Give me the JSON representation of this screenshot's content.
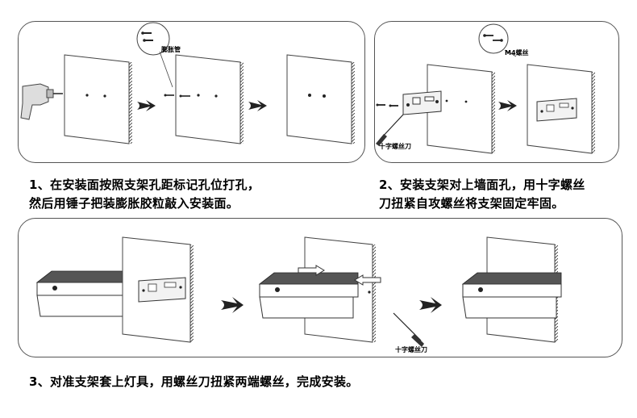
{
  "step1": {
    "callout_label": "膨胀管",
    "caption_line1": "1、在安装面按照支架孔距标记孔位打孔，",
    "caption_line2": "然后用锤子把装膨胀胶粒敲入安装面。"
  },
  "step2": {
    "callout_label": "M4螺丝",
    "tool_label": "十字螺丝刀",
    "caption_line1": "2、安装支架对上墙面孔，用十字螺丝",
    "caption_line2": "刀扭紧自攻螺丝将支架固定牢固。"
  },
  "step3": {
    "tool_label": "十字螺丝刀",
    "caption": "3、对准支架套上灯具，用螺丝刀扭紧两端螺丝，完成安装。"
  },
  "icons": [
    "drill-icon",
    "wall-anchor-icon",
    "screw-icon",
    "screwdriver-icon",
    "arrow-icon",
    "bracket-icon",
    "solar-lamp-icon"
  ]
}
